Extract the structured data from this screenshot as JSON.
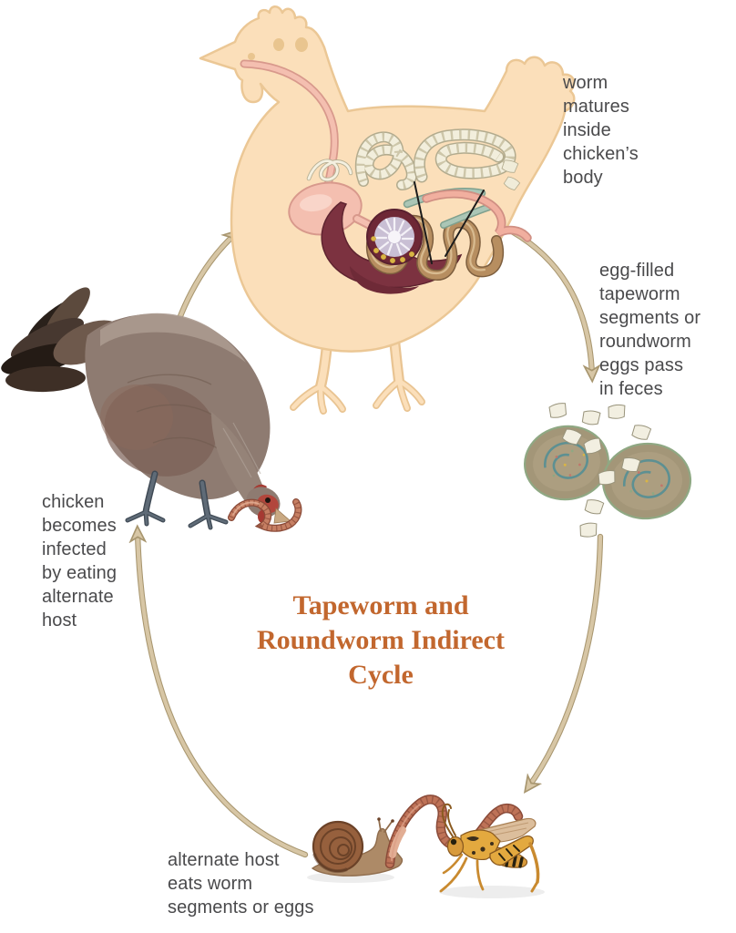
{
  "title": {
    "text": "Tapeworm and\nRoundworm\nIndirect Cycle",
    "color": "#C2672E"
  },
  "labels": {
    "worm_matures": "worm\nmatures\ninside\nchicken’s\nbody",
    "egg_filled": "egg-filled\ntapeworm\nsegments or\nroundworm\neggs pass\nin feces",
    "chicken_becomes": "chicken\nbecomes\ninfected\nby eating\nalternate\nhost",
    "alternate_host": "alternate host\neats worm\nsegments or eggs"
  },
  "cycle_stages": [
    "worm matures inside chicken’s body",
    "egg-filled tapeworm segments or roundworm eggs pass in feces",
    "alternate host eats worm segments or eggs",
    "chicken becomes infected by eating alternate host"
  ],
  "colors": {
    "background": "#FFFFFF",
    "label_text": "#4A4A4C",
    "title_text": "#C2672E",
    "cycle_arrow": "#D7C6A5",
    "cycle_arrow_edge": "#A8966F",
    "hen_body": "#FBDFBA",
    "hen_outline": "#EBC795",
    "organ_pink": "#F4BFB0",
    "liver": "#7C3240",
    "intestine": "#B78E60",
    "ceca_teal": "#ABC6B6",
    "tapeworm_white": "#F2EEDC",
    "feces": "#A39678",
    "feces_swirl": "#4F8D95",
    "brown_hen": "#8E7B71",
    "hen_face_red": "#B2463C",
    "earthworm": "#BE7257",
    "grasshopper": "#D89A3B",
    "snail_shell": "#915F3D"
  }
}
